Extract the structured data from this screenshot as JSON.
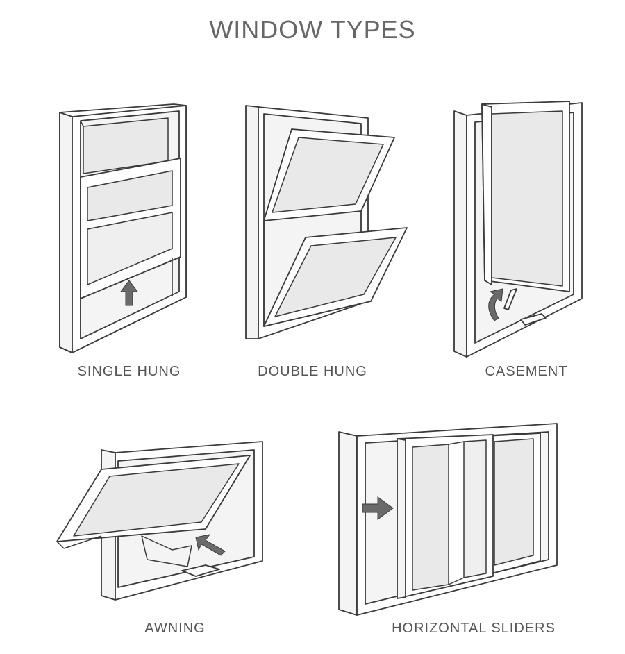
{
  "title": "WINDOW TYPES",
  "windows": [
    {
      "label": "SINGLE HUNG",
      "icon": "single-hung-window-icon"
    },
    {
      "label": "DOUBLE HUNG",
      "icon": "double-hung-window-icon"
    },
    {
      "label": "CASEMENT",
      "icon": "casement-window-icon"
    },
    {
      "label": "AWNING",
      "icon": "awning-window-icon"
    },
    {
      "label": "HORIZONTAL SLIDERS",
      "icon": "horizontal-sliders-window-icon"
    }
  ],
  "colors": {
    "stroke": "#3a3a3a",
    "glass": "#e9e9e9",
    "arrow": "#6a6a6a",
    "text": "#555555"
  }
}
